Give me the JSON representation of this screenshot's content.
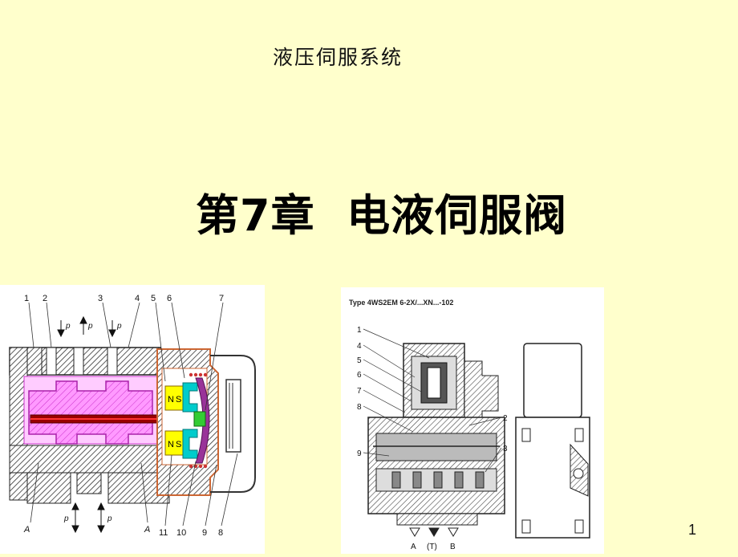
{
  "slide": {
    "subtitle": "液压伺服系统",
    "title": "第7章  电液伺服阀",
    "page_number": "1"
  },
  "left_diagram": {
    "part_numbers_top": [
      "1",
      "2",
      "3",
      "4",
      "5",
      "6",
      "7"
    ],
    "part_numbers_bottom": [
      "11",
      "10",
      "9",
      "8"
    ],
    "port_labels_top": [
      "p",
      "p",
      "p"
    ],
    "port_labels_bottom": [
      "p",
      "p"
    ],
    "area_labels": [
      "A",
      "A"
    ],
    "magnet_labels": [
      "N",
      "S",
      "N",
      "S"
    ],
    "colors": {
      "hatch": "#333333",
      "spool_chamber": "#ff66ff",
      "rod": "#990000",
      "magnet": "#ffff00",
      "pole": "#00cccc",
      "coil": "#993399",
      "housing": "#cc6633",
      "armature": "#33cc33"
    }
  },
  "right_diagram": {
    "type_label": "Type 4WS2EM 6-2X/...XN...-102",
    "part_numbers": [
      "1",
      "4",
      "5",
      "6",
      "7",
      "8",
      "9",
      "2",
      "3"
    ],
    "port_labels": [
      "A",
      "(T)",
      "B"
    ]
  }
}
